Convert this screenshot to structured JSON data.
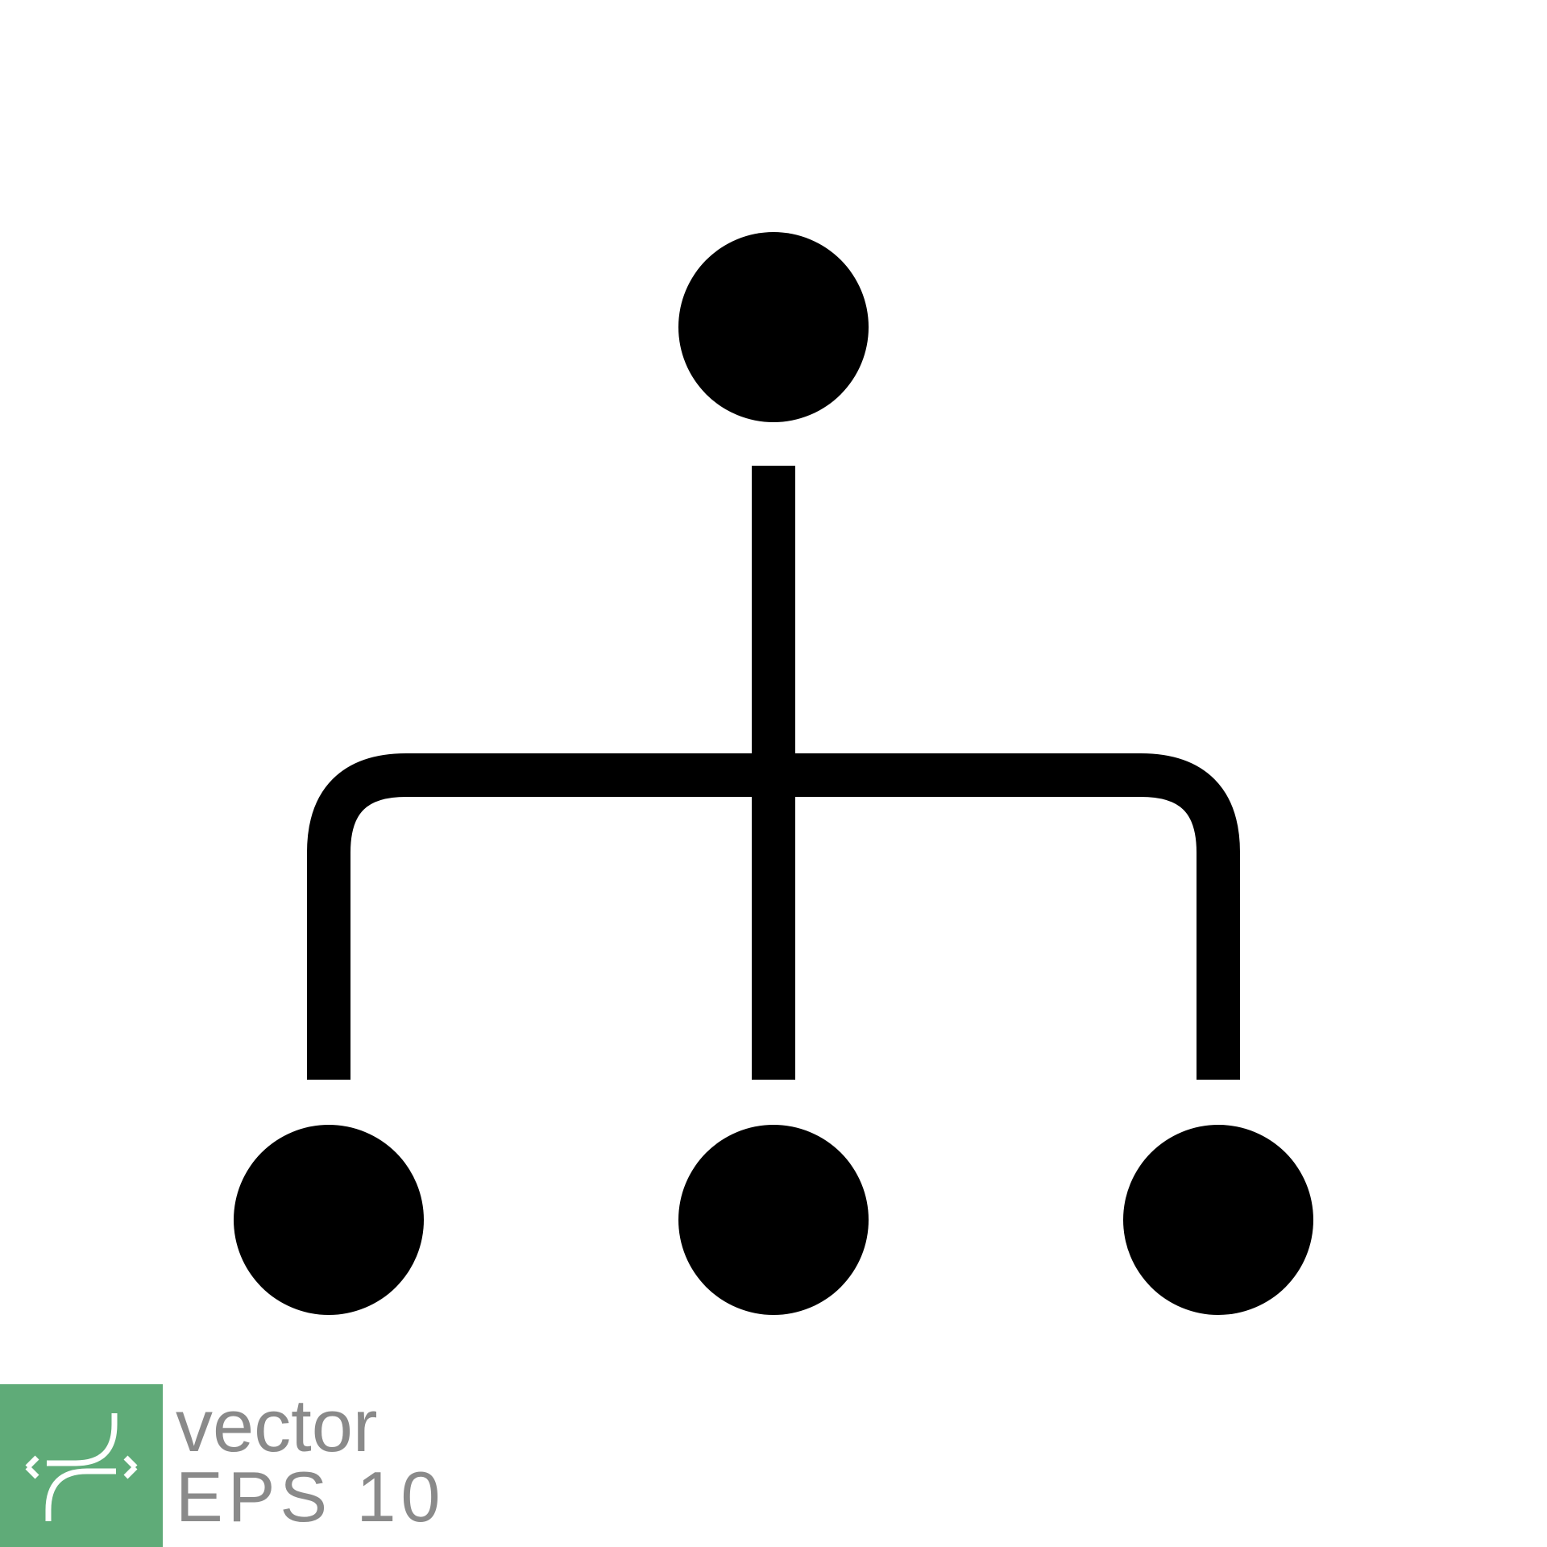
{
  "colors": {
    "background": "#ffffff",
    "icon": "#000000",
    "badge": "#5fab78",
    "badge_mark": "#ffffff",
    "caption": "#8a8a8a"
  },
  "icon": {
    "name": "hierarchy-icon",
    "nodes": [
      "top-node",
      "bottom-left-node",
      "bottom-center-node",
      "bottom-right-node"
    ]
  },
  "badge": {
    "icon": "vector-curve-icon",
    "line1": "vector",
    "line2": "EPS 10"
  }
}
